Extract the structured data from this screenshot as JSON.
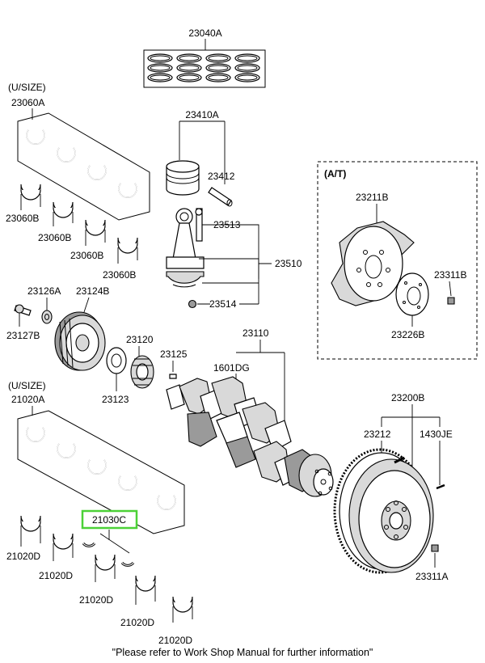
{
  "labels": {
    "l_23040A": "23040A",
    "usize_top": "(U/SIZE)",
    "l_23060A": "23060A",
    "l_23410A": "23410A",
    "l_23412": "23412",
    "l_23060B_1": "23060B",
    "l_23060B_2": "23060B",
    "l_23060B_3": "23060B",
    "l_23060B_4": "23060B",
    "l_23513": "23513",
    "l_23510": "23510",
    "l_23514": "23514",
    "l_23126A": "23126A",
    "l_23124B": "23124B",
    "l_23127B": "23127B",
    "l_23120": "23120",
    "l_23125": "23125",
    "l_23123": "23123",
    "l_23110": "23110",
    "l_1601DG": "1601DG",
    "usize_mid": "(U/SIZE)",
    "l_21020A": "21020A",
    "l_21030C": "21030C",
    "l_21020D_1": "21020D",
    "l_21020D_2": "21020D",
    "l_21020D_3": "21020D",
    "l_21020D_4": "21020D",
    "at_title": "(A/T)",
    "l_23211B": "23211B",
    "l_23311B": "23311B",
    "l_23226B": "23226B",
    "l_23200B": "23200B",
    "l_23212": "23212",
    "l_1430JE": "1430JE",
    "l_23311A": "23311A"
  },
  "highlight": {
    "color": "#4cd137"
  },
  "footer": {
    "note": "\"Please refer to Work Shop Manual for further information\""
  }
}
